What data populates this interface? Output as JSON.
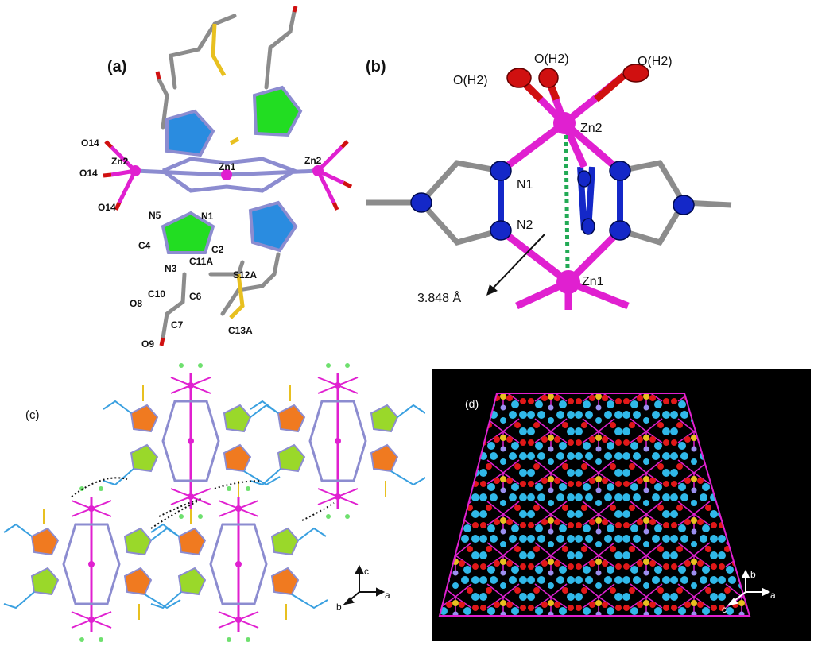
{
  "panels": {
    "a": {
      "tag": "(a)",
      "atoms": {
        "zn2_left": "Zn2",
        "zn1": "Zn1",
        "zn2_right": "Zn2",
        "o14_1": "O14",
        "o14_2": "O14",
        "o14_3": "O14",
        "n5": "N5",
        "n1": "N1",
        "c4": "C4",
        "c2": "C2",
        "n3": "N3",
        "c11a": "C11A",
        "s12a": "S12A",
        "c10": "C10",
        "c6": "C6",
        "o8": "O8",
        "c7": "C7",
        "c13a": "C13A",
        "o9": "O9"
      }
    },
    "b": {
      "tag": "(b)",
      "atoms": {
        "oh2_left": "O(H2)",
        "oh2_mid": "O(H2)",
        "oh2_right": "O(H2)",
        "zn2": "Zn2",
        "n1": "N1",
        "n2": "N2",
        "zn1": "Zn1"
      },
      "distance": "3.848 Å"
    },
    "c": {
      "tag": "(c)",
      "axes": {
        "c": "c",
        "b": "b",
        "a": "a"
      }
    },
    "d": {
      "tag": "(d)",
      "axes": {
        "b": "b",
        "c": "c",
        "a": "a"
      }
    }
  },
  "colors": {
    "zinc": "#e020d0",
    "oxygen": "#d01010",
    "nitrogen": "#1428c8",
    "carbon": "#8c8c8c",
    "sulfur": "#e8c020",
    "ring_green": "#22dd22",
    "ring_blue": "#2a8ce0",
    "ring_orange": "#f07a20",
    "ring_lime": "#9ad82a",
    "bond_blue": "#3aa0e0",
    "atom_cyan": "#30b8e8"
  }
}
